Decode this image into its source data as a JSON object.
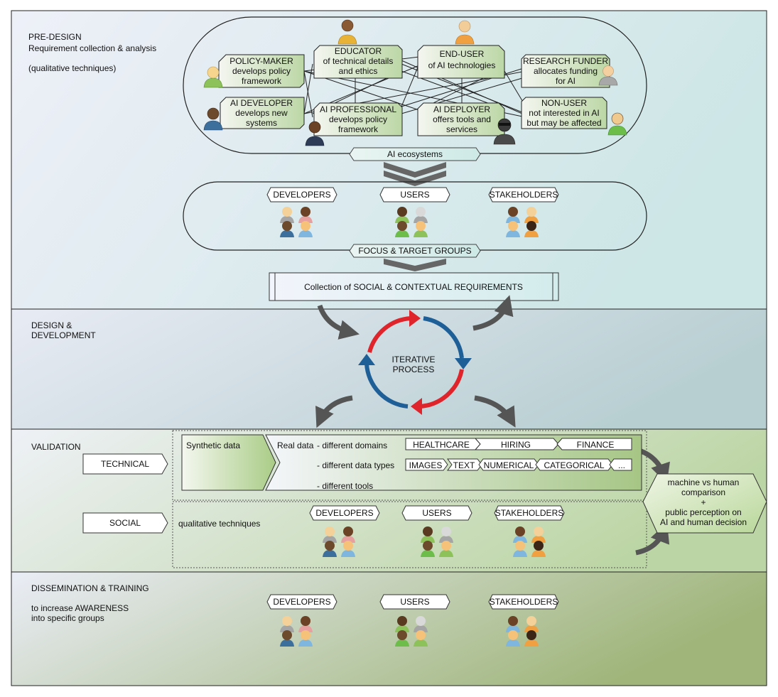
{
  "sections": {
    "predesign": {
      "title": "PRE-DESIGN",
      "subtitle": "Requirement collection & analysis",
      "note": "(qualitative techniques)"
    },
    "design": {
      "title_line1": "DESIGN &",
      "title_line2": "DEVELOPMENT"
    },
    "validation": {
      "title": "VALIDATION"
    },
    "dissemination": {
      "title": "DISSEMINATION & TRAINING",
      "line1": "to increase AWARENESS",
      "line2": "into specific groups"
    }
  },
  "actors": {
    "policy_maker": {
      "l1": "POLICY-MAKER",
      "l2": "develops policy",
      "l3": "framework"
    },
    "educator": {
      "l1": "EDUCATOR",
      "l2": "of technical details",
      "l3": "and ethics"
    },
    "end_user": {
      "l1": "END-USER",
      "l2": "of AI technologies"
    },
    "research_funder": {
      "l1": "RESEARCH FUNDER",
      "l2": "allocates funding",
      "l3": "for AI"
    },
    "ai_developer": {
      "l1": "AI DEVELOPER",
      "l2": "develops new",
      "l3": "systems"
    },
    "ai_professional": {
      "l1": "AI PROFESSIONAL",
      "l2": "develops policy",
      "l3": "framework"
    },
    "ai_deployer": {
      "l1": "AI DEPLOYER",
      "l2": "offers tools and",
      "l3": "services"
    },
    "non_user": {
      "l1": "NON-USER",
      "l2": "not interested in AI",
      "l3": "but may be affected"
    }
  },
  "ecosystem_label": "AI ecosystems",
  "groups": {
    "developers": "DEVELOPERS",
    "users": "USERS",
    "stakeholders": "STAKEHOLDERS"
  },
  "focus_label": "FOCUS & TARGET GROUPS",
  "requirements_label": "Collection of SOCIAL & CONTEXTUAL REQUIREMENTS",
  "iterative": {
    "l1": "ITERATIVE",
    "l2": "PROCESS"
  },
  "validation": {
    "technical": "TECHNICAL",
    "social": "SOCIAL",
    "synthetic": "Synthetic data",
    "real_data": "Real data",
    "diff_domains": "- different domains",
    "diff_types": "- different data types",
    "diff_tools": "- different tools",
    "domains": [
      "HEALTHCARE",
      "HIRING",
      "FINANCE"
    ],
    "types": [
      "IMAGES",
      "TEXT",
      "NUMERICAL",
      "CATEGORICAL",
      "..."
    ],
    "qualitative": "qualitative techniques",
    "comparison": {
      "l1": "machine vs human",
      "l2": "comparison",
      "l3": "+",
      "l4": "public perception on",
      "l5": "AI and human decision"
    }
  },
  "colors": {
    "red": "#e0242c",
    "blue": "#1f5f98",
    "arrow_grey": "#555555"
  }
}
